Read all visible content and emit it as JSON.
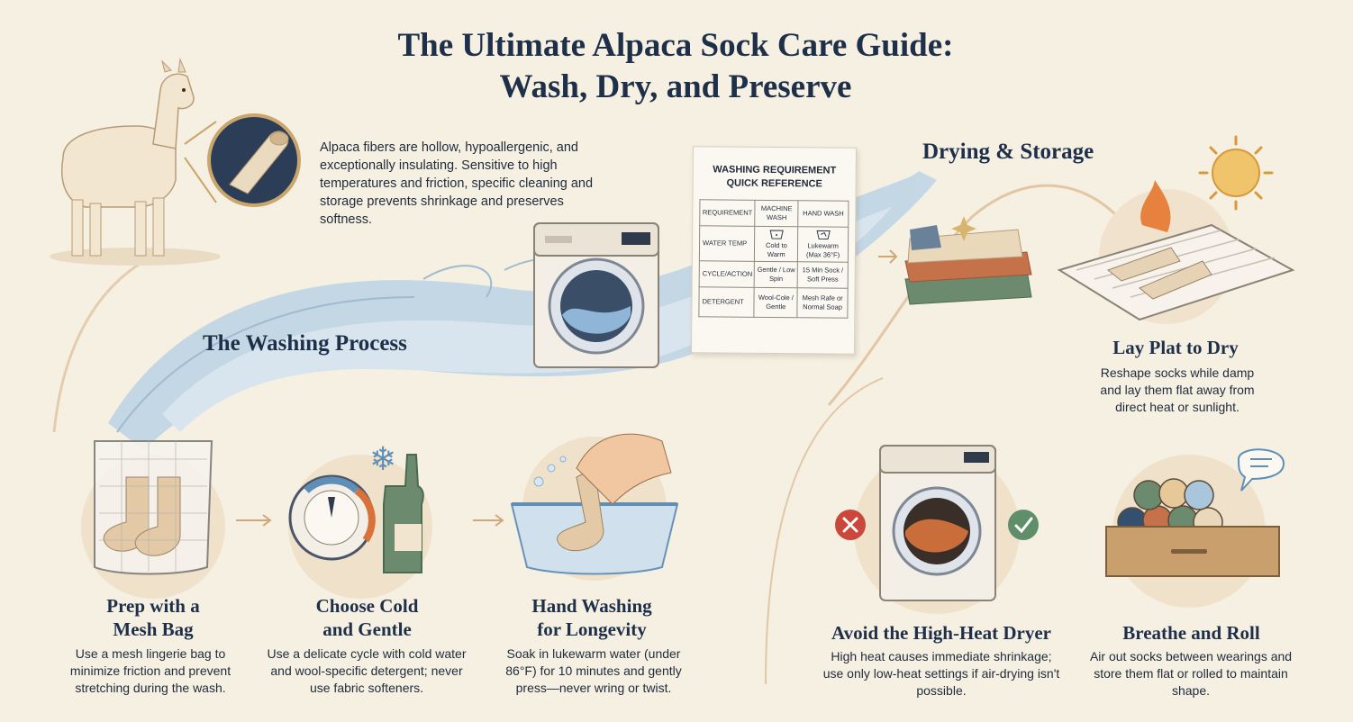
{
  "title": {
    "line1": "The Ultimate Alpaca Sock Care Guide:",
    "line2": "Wash, Dry, and Preserve"
  },
  "intro": "Alpaca fibers are hollow, hypoallergenic, and exceptionally insulating. Sensitive to high temperatures and friction, specific cleaning and storage prevents shrinkage and preserves softness.",
  "sections": {
    "washing": "The Washing Process",
    "drying": "Drying & Storage"
  },
  "reference": {
    "title_line1": "WASHING REQUIREMENT",
    "title_line2": "QUICK REFERENCE",
    "headers": [
      "REQUIREMENT",
      "MACHINE WASH",
      "HAND WASH"
    ],
    "rows": [
      {
        "label": "WATER TEMP",
        "machine": "Cold to Warm",
        "hand": "Lukewarm (Max 36°F)"
      },
      {
        "label": "CYCLE/ACTION",
        "machine": "Gentle / Low Spin",
        "hand": "15 Min Sock / Soft Press"
      },
      {
        "label": "DETERGENT",
        "machine": "Wool-Cole / Gentle",
        "hand": "Mesh Rafe or Normal Soap"
      }
    ]
  },
  "steps": [
    {
      "title1": "Prep with a",
      "title2": "Mesh Bag",
      "desc": "Use a mesh lingerie bag to minimize friction and prevent stretching during the wash.",
      "icon": "mesh-bag-icon"
    },
    {
      "title1": "Choose Cold",
      "title2": "and Gentle",
      "desc": "Use a delicate cycle with cold water and wool-specific detergent; never use fabric softeners.",
      "icon": "dial-detergent-icon"
    },
    {
      "title1": "Hand Washing",
      "title2": "for Longevity",
      "desc": "Soak in lukewarm water (under 86°F) for 10 minutes and gently press—never wring or twist.",
      "icon": "hand-wash-icon"
    }
  ],
  "drying": [
    {
      "title": "Lay Plat to Dry",
      "desc": "Reshape socks while damp and lay them flat away from direct heat or sunlight.",
      "icon": "drying-rack-icon"
    },
    {
      "title": "Avoid the High-Heat Dryer",
      "desc": "High heat causes immediate shrinkage; use only low-heat settings if air-drying isn't possible.",
      "icon": "dryer-icon"
    },
    {
      "title": "Breathe and Roll",
      "desc": "Air out socks between wearings and store them flat or rolled to maintain shape.",
      "icon": "drawer-icon"
    }
  ],
  "colors": {
    "navy": "#1e3049",
    "cream": "#f6f0e3",
    "water": "#a9c6dd",
    "tan": "#e8d3b5",
    "orange": "#d9713b",
    "red": "#c9483b",
    "green": "#5f8f6a"
  }
}
